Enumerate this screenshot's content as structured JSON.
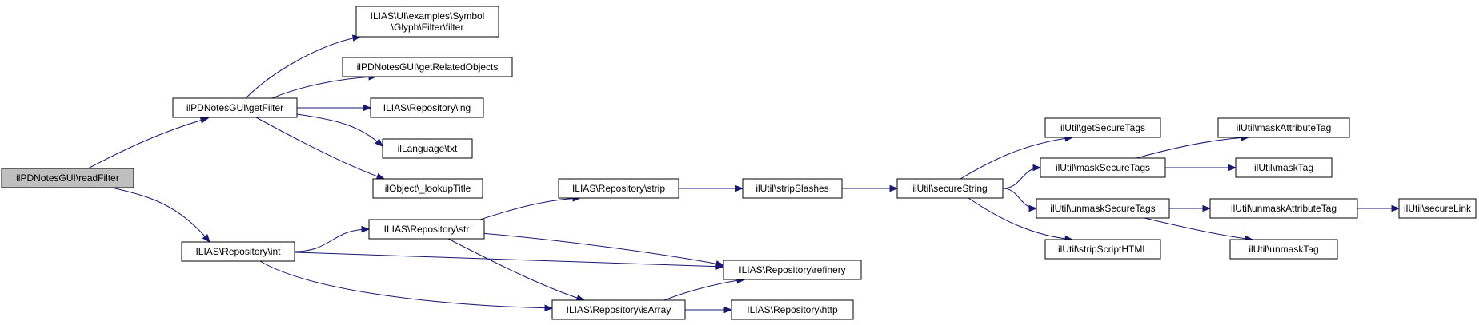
{
  "nodes": [
    {
      "id": "n0",
      "lines": [
        "ilPDNotesGUI\\readFilter"
      ],
      "root": true
    },
    {
      "id": "n1",
      "lines": [
        "ilPDNotesGUI\\getFilter"
      ]
    },
    {
      "id": "n2",
      "lines": [
        "ILIAS\\Repository\\int"
      ]
    },
    {
      "id": "n3",
      "lines": [
        "ILIAS\\UI\\examples\\Symbol",
        "\\Glyph\\Filter\\filter"
      ]
    },
    {
      "id": "n4",
      "lines": [
        "ilPDNotesGUI\\getRelatedObjects"
      ]
    },
    {
      "id": "n5",
      "lines": [
        "ILIAS\\Repository\\lng"
      ]
    },
    {
      "id": "n6",
      "lines": [
        "ilLanguage\\txt"
      ]
    },
    {
      "id": "n7",
      "lines": [
        "ilObject\\_lookupTitle"
      ]
    },
    {
      "id": "n8",
      "lines": [
        "ILIAS\\Repository\\str"
      ]
    },
    {
      "id": "n9",
      "lines": [
        "ILIAS\\Repository\\isArray"
      ]
    },
    {
      "id": "n10",
      "lines": [
        "ILIAS\\Repository\\refinery"
      ]
    },
    {
      "id": "n11",
      "lines": [
        "ILIAS\\Repository\\strip"
      ]
    },
    {
      "id": "n12",
      "lines": [
        "ILIAS\\Repository\\http"
      ]
    },
    {
      "id": "n13",
      "lines": [
        "ilUtil\\stripSlashes"
      ]
    },
    {
      "id": "n14",
      "lines": [
        "ilUtil\\secureString"
      ]
    },
    {
      "id": "n15",
      "lines": [
        "ilUtil\\getSecureTags"
      ]
    },
    {
      "id": "n16",
      "lines": [
        "ilUtil\\maskSecureTags"
      ]
    },
    {
      "id": "n17",
      "lines": [
        "ilUtil\\unmaskSecureTags"
      ]
    },
    {
      "id": "n18",
      "lines": [
        "ilUtil\\stripScriptHTML"
      ]
    },
    {
      "id": "n19",
      "lines": [
        "ilUtil\\maskAttributeTag"
      ]
    },
    {
      "id": "n20",
      "lines": [
        "ilUtil\\maskTag"
      ]
    },
    {
      "id": "n21",
      "lines": [
        "ilUtil\\unmaskAttributeTag"
      ]
    },
    {
      "id": "n22",
      "lines": [
        "ilUtil\\unmaskTag"
      ]
    },
    {
      "id": "n23",
      "lines": [
        "ilUtil\\secureLink"
      ]
    }
  ],
  "edges": [
    {
      "from": "n0",
      "to": "n1"
    },
    {
      "from": "n0",
      "to": "n2"
    },
    {
      "from": "n1",
      "to": "n3"
    },
    {
      "from": "n1",
      "to": "n4"
    },
    {
      "from": "n1",
      "to": "n5"
    },
    {
      "from": "n1",
      "to": "n6"
    },
    {
      "from": "n1",
      "to": "n7"
    },
    {
      "from": "n2",
      "to": "n8"
    },
    {
      "from": "n2",
      "to": "n10"
    },
    {
      "from": "n2",
      "to": "n9"
    },
    {
      "from": "n8",
      "to": "n11"
    },
    {
      "from": "n8",
      "to": "n10"
    },
    {
      "from": "n8",
      "to": "n9"
    },
    {
      "from": "n9",
      "to": "n10"
    },
    {
      "from": "n9",
      "to": "n12"
    },
    {
      "from": "n11",
      "to": "n13"
    },
    {
      "from": "n13",
      "to": "n14"
    },
    {
      "from": "n14",
      "to": "n15"
    },
    {
      "from": "n14",
      "to": "n16"
    },
    {
      "from": "n14",
      "to": "n17"
    },
    {
      "from": "n14",
      "to": "n18"
    },
    {
      "from": "n16",
      "to": "n19"
    },
    {
      "from": "n16",
      "to": "n20"
    },
    {
      "from": "n17",
      "to": "n21"
    },
    {
      "from": "n17",
      "to": "n22"
    },
    {
      "from": "n21",
      "to": "n23"
    }
  ]
}
